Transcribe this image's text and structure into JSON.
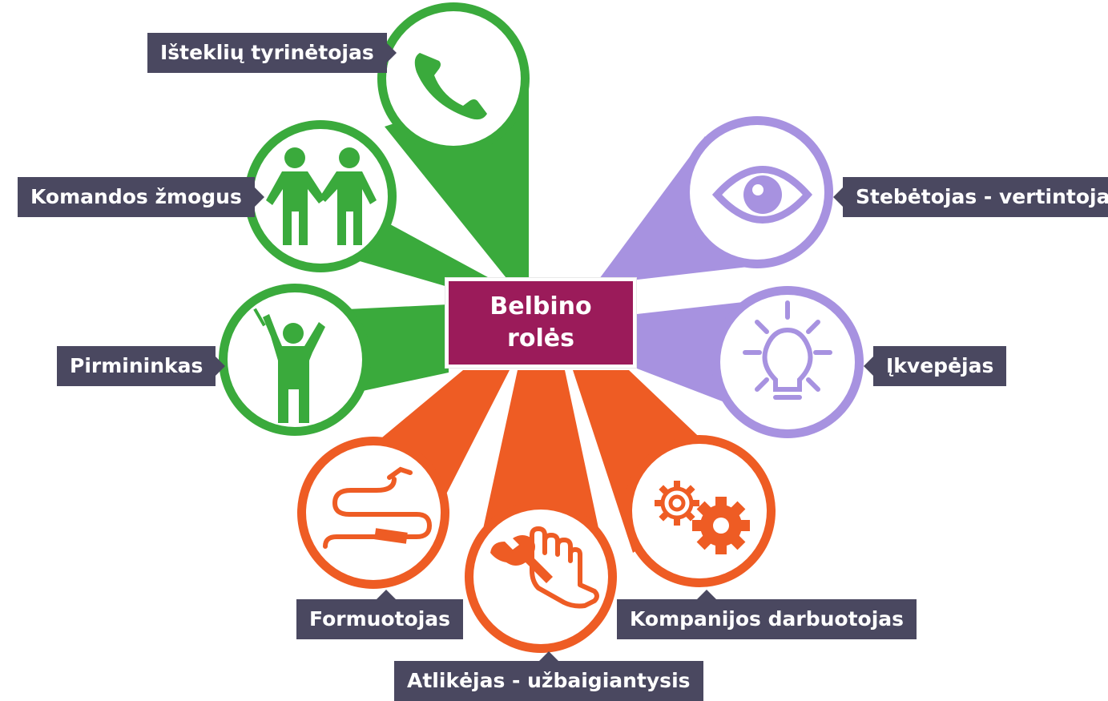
{
  "center": {
    "line1": "Belbino",
    "line2": "rolės"
  },
  "roles": [
    {
      "label": "Išteklių tyrinėtojas",
      "icon": "phone-icon",
      "group": "green"
    },
    {
      "label": "Komandos žmogus",
      "icon": "people-icon",
      "group": "green"
    },
    {
      "label": "Pirmininkas",
      "icon": "conductor-icon",
      "group": "green"
    },
    {
      "label": "Stebėtojas - vertintojas",
      "icon": "eye-icon",
      "group": "purple"
    },
    {
      "label": "Įkvepėjas",
      "icon": "lightbulb-icon",
      "group": "purple"
    },
    {
      "label": "Formuotojas",
      "icon": "cable-icon",
      "group": "orange"
    },
    {
      "label": "Atlikėjas - užbaigiantysis",
      "icon": "wrench-hand-icon",
      "group": "orange"
    },
    {
      "label": "Kompanijos darbuotojas",
      "icon": "gears-icon",
      "group": "orange"
    }
  ],
  "colors": {
    "green": "#3aaa3c",
    "purple": "#a792e0",
    "orange": "#ee5c24",
    "center": "#9b1b5a",
    "label": "#4a4860"
  }
}
